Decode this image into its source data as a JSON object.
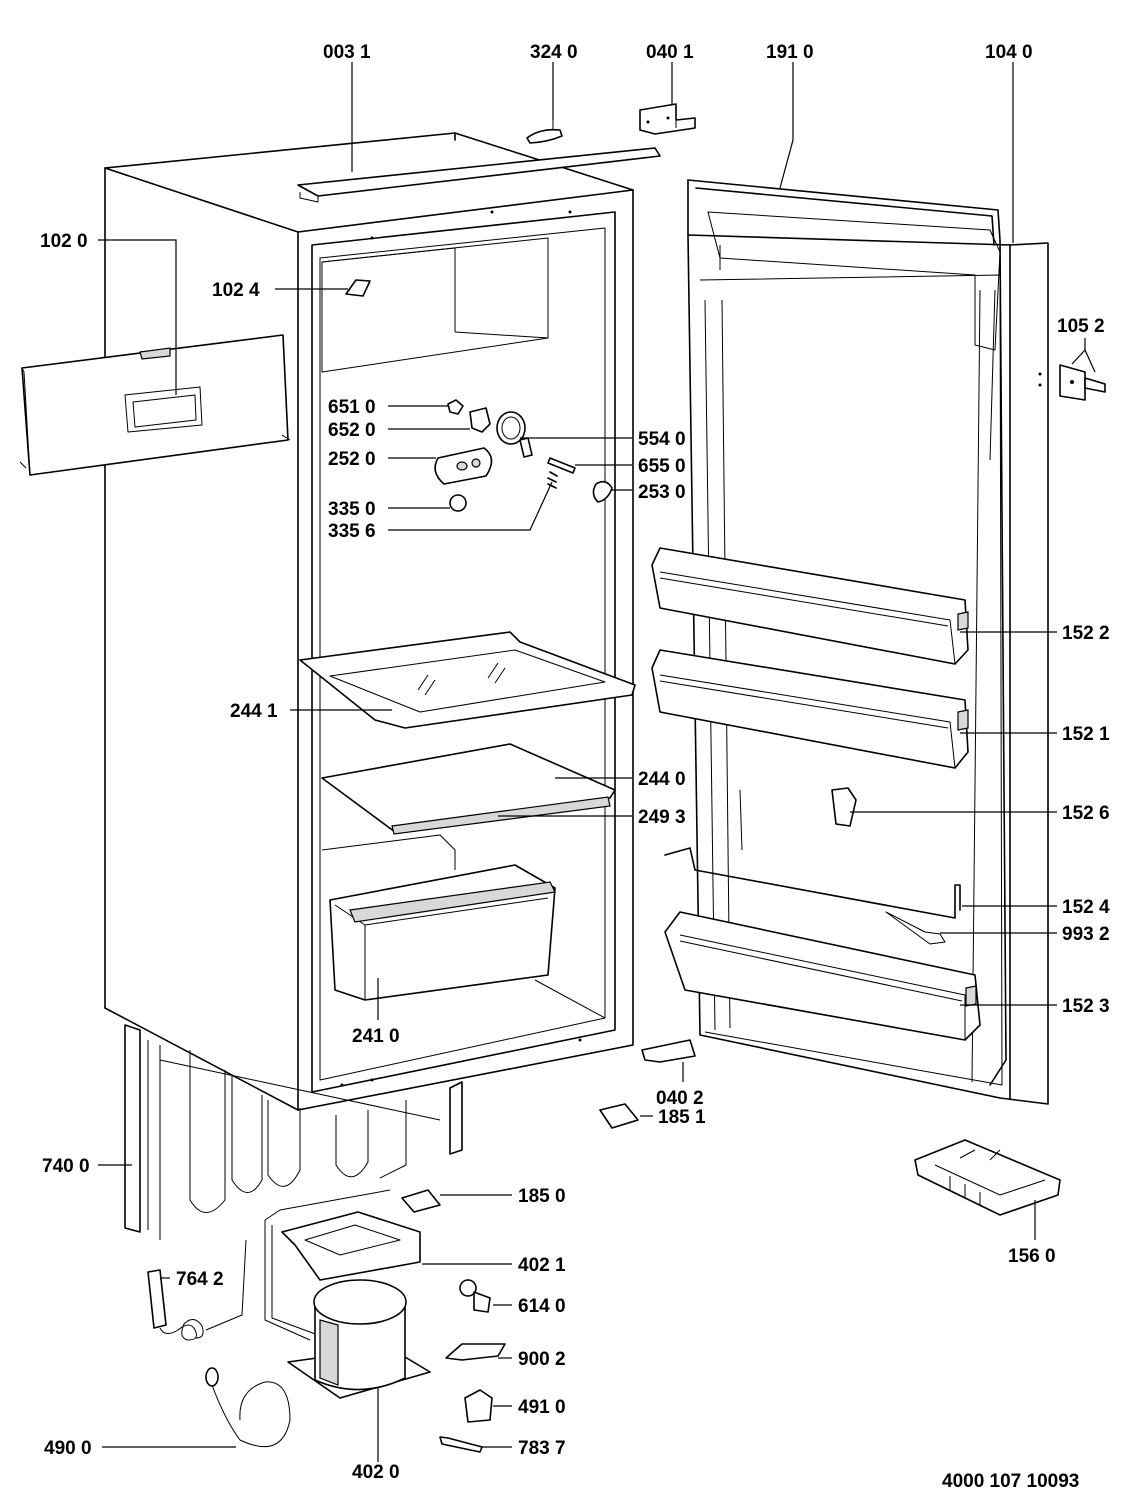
{
  "diagram": {
    "document_number": "4000 107 10093",
    "labels": [
      {
        "id": "p0031",
        "text": "003 1"
      },
      {
        "id": "p3240",
        "text": "324 0"
      },
      {
        "id": "p0401",
        "text": "040 1"
      },
      {
        "id": "p1910",
        "text": "191 0"
      },
      {
        "id": "p1040",
        "text": "104 0"
      },
      {
        "id": "p1020",
        "text": "102 0"
      },
      {
        "id": "p1024",
        "text": "102 4"
      },
      {
        "id": "p1052",
        "text": "105 2"
      },
      {
        "id": "p6510",
        "text": "651 0"
      },
      {
        "id": "p6520",
        "text": "652 0"
      },
      {
        "id": "p5540",
        "text": "554 0"
      },
      {
        "id": "p2520",
        "text": "252 0"
      },
      {
        "id": "p6550",
        "text": "655 0"
      },
      {
        "id": "p2530",
        "text": "253 0"
      },
      {
        "id": "p3350",
        "text": "335 0"
      },
      {
        "id": "p3356",
        "text": "335 6"
      },
      {
        "id": "p1522",
        "text": "152 2"
      },
      {
        "id": "p2441",
        "text": "244 1"
      },
      {
        "id": "p1521",
        "text": "152 1"
      },
      {
        "id": "p2440",
        "text": "244 0"
      },
      {
        "id": "p2493",
        "text": "249 3"
      },
      {
        "id": "p1526",
        "text": "152 6"
      },
      {
        "id": "p1524",
        "text": "152 4"
      },
      {
        "id": "p9932",
        "text": "993 2"
      },
      {
        "id": "p1523",
        "text": "152 3"
      },
      {
        "id": "p2410",
        "text": "241 0"
      },
      {
        "id": "p0402",
        "text": "040 2"
      },
      {
        "id": "p1851",
        "text": "185 1"
      },
      {
        "id": "p7400",
        "text": "740 0"
      },
      {
        "id": "p1850",
        "text": "185 0"
      },
      {
        "id": "p1560",
        "text": "156 0"
      },
      {
        "id": "p4021",
        "text": "402 1"
      },
      {
        "id": "p7642",
        "text": "764 2"
      },
      {
        "id": "p6140",
        "text": "614 0"
      },
      {
        "id": "p9002",
        "text": "900 2"
      },
      {
        "id": "p4910",
        "text": "491 0"
      },
      {
        "id": "p4900",
        "text": "490 0"
      },
      {
        "id": "p7837",
        "text": "783 7"
      },
      {
        "id": "p4020",
        "text": "402 0"
      }
    ]
  }
}
